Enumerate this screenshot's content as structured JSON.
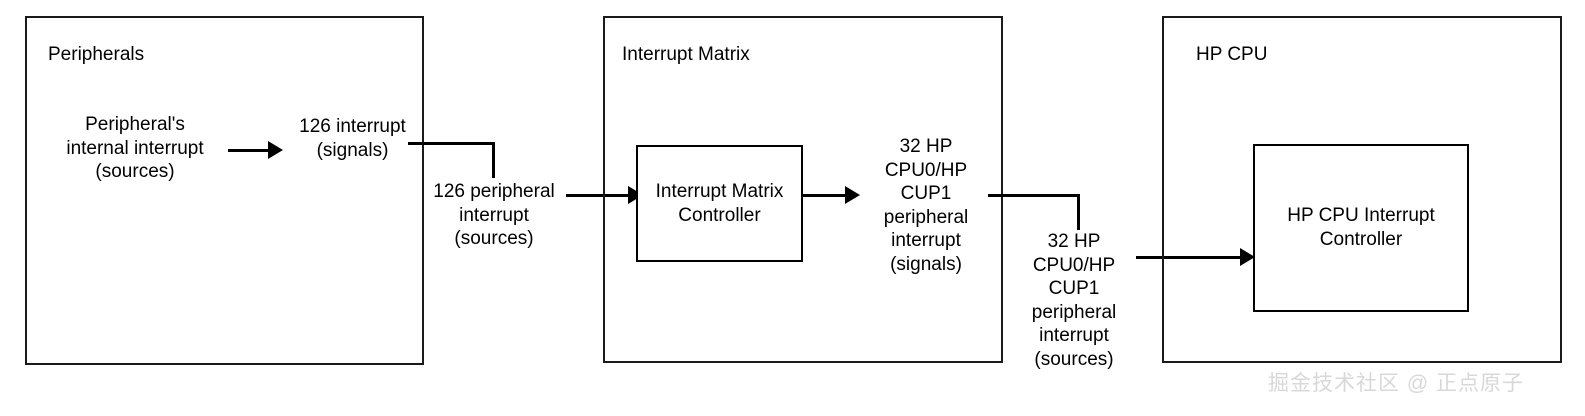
{
  "diagram": {
    "title_semantic": "ESP32 interrupt routing block diagram",
    "groups": [
      {
        "id": "peripherals",
        "label": "Peripherals"
      },
      {
        "id": "interrupt-matrix",
        "label": "Interrupt Matrix"
      },
      {
        "id": "hp-cpu",
        "label": "HP CPU"
      }
    ],
    "blocks": [
      {
        "id": "interrupt-matrix-controller",
        "label": "Interrupt Matrix\nController"
      },
      {
        "id": "hp-cpu-interrupt-controller",
        "label": "HP CPU Interrupt\nController"
      }
    ],
    "labels": {
      "peripheral_internal_source": "Peripheral's\ninternal interrupt\n(sources)",
      "interrupt_signals_126": "126 interrupt\n(signals)",
      "peripheral_sources_126": "126 peripheral\ninterrupt\n(sources)",
      "hp_signals_32": "32 HP\nCPU0/HP\nCUP1\nperipheral\ninterrupt\n(signals)",
      "hp_sources_32": "32 HP\nCPU0/HP\nCUP1\nperipheral\ninterrupt\n(sources)"
    },
    "watermark": "掘金技术社区 @ 正点原子",
    "colors": {
      "stroke": "#000000",
      "group_stroke": "#1a1a1a",
      "background": "#ffffff",
      "watermark": "#d8d8d8"
    }
  }
}
